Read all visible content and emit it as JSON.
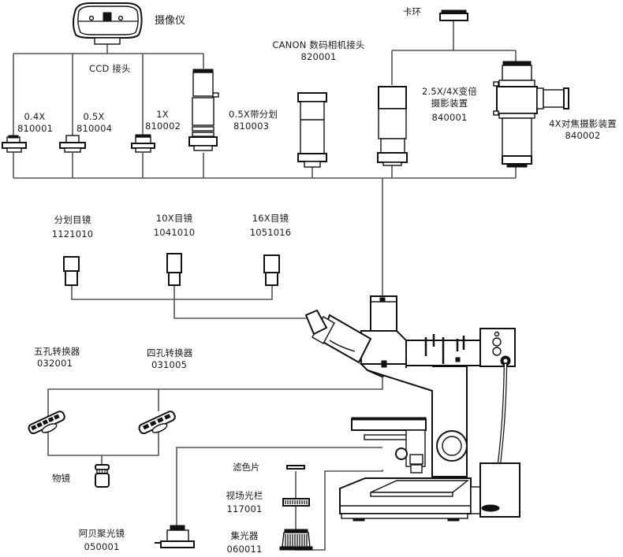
{
  "diagram": {
    "title": "Metallurgical microscope accessory system diagram",
    "camera": {
      "name": "摄像仪"
    },
    "ccd_adapter": {
      "label": "CCD 接头"
    },
    "ccd_adapters": [
      {
        "magnification": "0.4X",
        "code": "810001"
      },
      {
        "magnification": "0.5X",
        "code": "810004"
      },
      {
        "magnification": "1X",
        "code": "810002"
      },
      {
        "magnification": "0.5X带分划",
        "code": "810003"
      }
    ],
    "canon_adapter": {
      "name": "CANON 数码相机接头",
      "code": "820001"
    },
    "ring": {
      "name": "卡环"
    },
    "zoom_photo": {
      "name_line1": "2.5X/4X变倍",
      "name_line2": "摄影装置",
      "code": "840001"
    },
    "focus_photo": {
      "name": "4X对焦摄影装置",
      "code": "840002"
    },
    "eyepieces": [
      {
        "name": "分划目镜",
        "code": "1121010"
      },
      {
        "name": "10X目镜",
        "code": "1041010"
      },
      {
        "name": "16X目镜",
        "code": "1051016"
      }
    ],
    "nosepieces": [
      {
        "name": "五孔转换器",
        "code": "032001"
      },
      {
        "name": "四孔转换器",
        "code": "031005"
      }
    ],
    "objective": {
      "name": "物镜"
    },
    "abbe_condenser": {
      "name": "阿贝聚光镜",
      "code": "050001"
    },
    "filter": {
      "name": "滤色片"
    },
    "field_diaphragm": {
      "name": "视场光栏",
      "code": "117001"
    },
    "condenser": {
      "name": "集光器",
      "code": "060011"
    }
  }
}
